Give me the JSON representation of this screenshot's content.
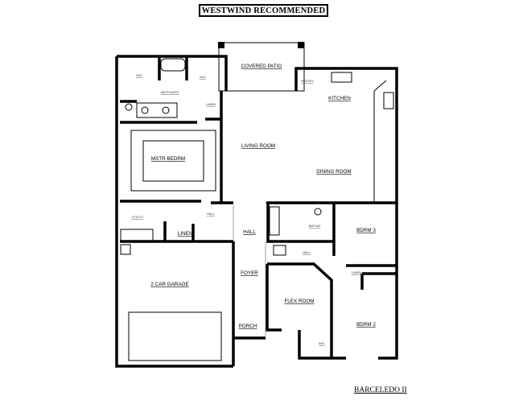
{
  "header": {
    "title": "WESTWIND RECOMMENDED"
  },
  "footer": {
    "plan_name": "BARCELEDO II"
  },
  "rooms": {
    "covered_patio": "COVERED PATIO",
    "wc_1": "W/C",
    "wc_2": "W/C",
    "mstr_bath": "MSTR BATH",
    "pantry": "PANTRY",
    "linen_mb": "LINEN",
    "kitchen": "KITCHEN",
    "living_room": "LIVING ROOM",
    "dining_room": "DINING ROOM",
    "mstr_bedrm": "MSTR BEDRM",
    "utility": "UTILITY",
    "hall_small": "HALL",
    "linen": "LINEN",
    "hall": "HALL",
    "bath2": "BATH#2",
    "bdrm3": "BDRM 3",
    "hall_2": "HALL",
    "garage": "2 CAR GARAGE",
    "foyer": "FOYER",
    "flex_room": "FLEX ROOM",
    "bdrm2": "BDRM 2",
    "porch": "PORCH",
    "wc_3": "W/C",
    "linen_2": "LINEN"
  }
}
